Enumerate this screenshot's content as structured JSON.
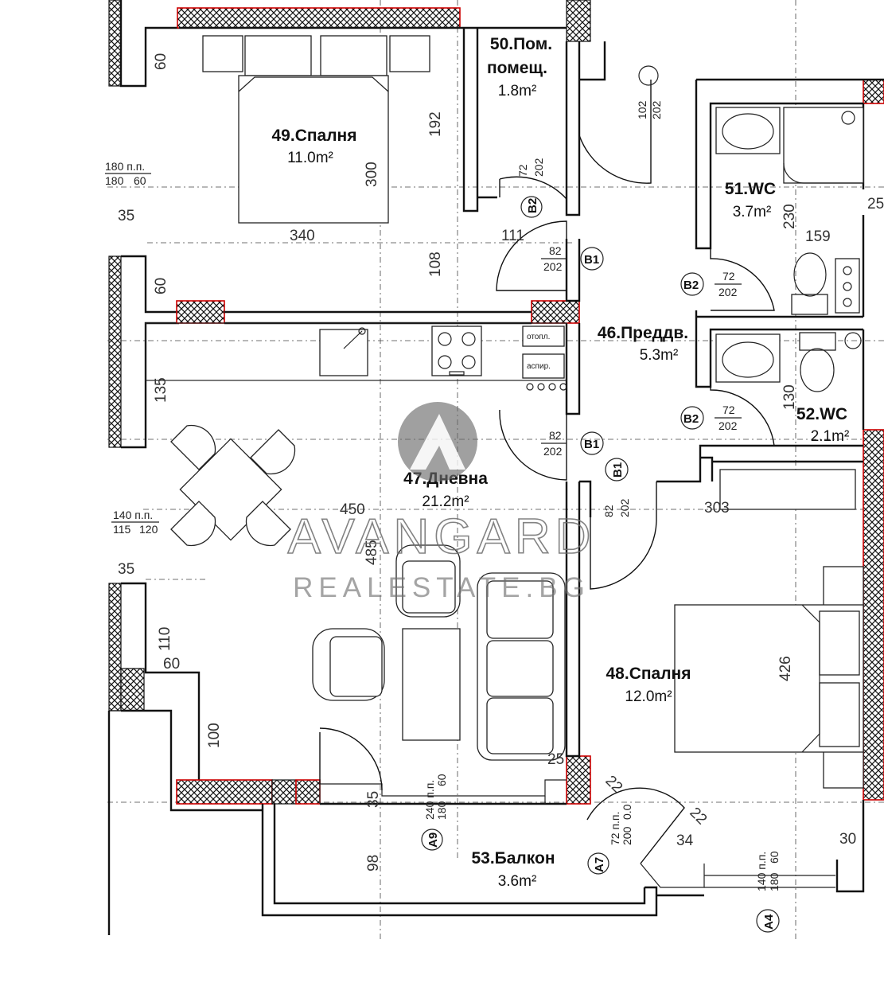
{
  "rooms": [
    {
      "id": "49",
      "name": "49.Спалня",
      "area": "11.0m²"
    },
    {
      "id": "50a",
      "name": "50.Пом.",
      "area": ""
    },
    {
      "id": "50b",
      "name": "помещ.",
      "area": "1.8m²"
    },
    {
      "id": "51",
      "name": "51.WC",
      "area": "3.7m²"
    },
    {
      "id": "46",
      "name": "46.Преддв.",
      "area": "5.3m²"
    },
    {
      "id": "52",
      "name": "52.WC",
      "area": "2.1m²"
    },
    {
      "id": "47",
      "name": "47.Дневна",
      "area": "21.2m²"
    },
    {
      "id": "48",
      "name": "48.Спалня",
      "area": "12.0m²"
    },
    {
      "id": "53",
      "name": "53.Балкон",
      "area": "3.6m²"
    }
  ],
  "dimensions": [
    "60",
    "192",
    "300",
    "35",
    "340",
    "111",
    "108",
    "60",
    "135",
    "450",
    "485",
    "35",
    "110",
    "60",
    "100",
    "35",
    "98",
    "230",
    "159",
    "130",
    "303",
    "426",
    "25",
    "30",
    "34",
    "22",
    "22",
    "25"
  ],
  "door_tags": {
    "b1": "B1",
    "b2": "B2",
    "a9": "A9",
    "a7": "A7",
    "a4": "A4"
  },
  "door_sizes": {
    "d72_202": "72",
    "d202": "202",
    "d82": "82",
    "d102": "102"
  },
  "window_notes": {
    "w1a": "180 п.п.",
    "w1b": "180",
    "w1c": "60",
    "w2a": "140 п.п.",
    "w2b": "115",
    "w2c": "120",
    "w3a": "240 п.п.",
    "w3b": "180",
    "w3c": "60",
    "w4a": "72 п.п.",
    "w4b": "200",
    "w4c": "0.0",
    "w5a": "140 п.п.",
    "w5b": "180",
    "w5c": "60"
  },
  "kitchen_labels": {
    "otopl": "отопл.",
    "aspir": "аспир."
  },
  "watermark": {
    "brand": "AVANGARD",
    "site": "REALESTATE.BG"
  },
  "colors": {
    "wall": "#111111",
    "hatch_outline": "#cc0000",
    "watermark": "#6d6d6d"
  }
}
